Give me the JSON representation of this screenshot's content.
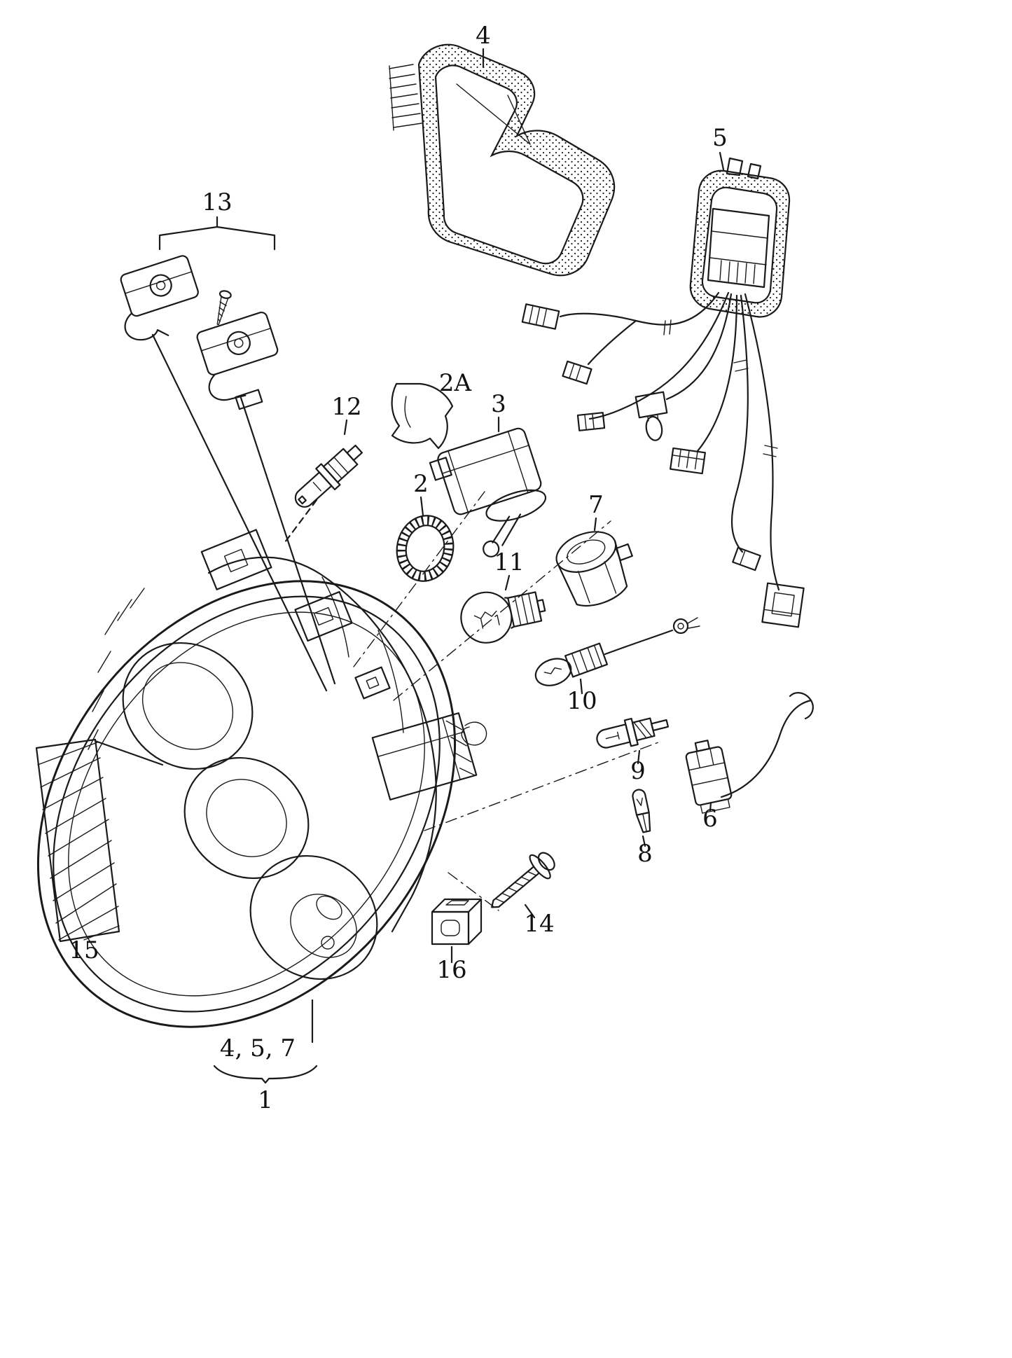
{
  "diagram": {
    "colors": {
      "ink": "#1a1a1a",
      "background": "#ffffff"
    },
    "callouts": {
      "c1": "1",
      "c2": "2",
      "c2a": "2A",
      "c3": "3",
      "c4": "4",
      "c5": "5",
      "c6": "6",
      "c7": "7",
      "c8": "8",
      "c9": "9",
      "c10": "10",
      "c11": "11",
      "c12": "12",
      "c13": "13",
      "c14": "14",
      "c15": "15",
      "c16": "16",
      "group_bottom": "4, 5, 7"
    }
  }
}
